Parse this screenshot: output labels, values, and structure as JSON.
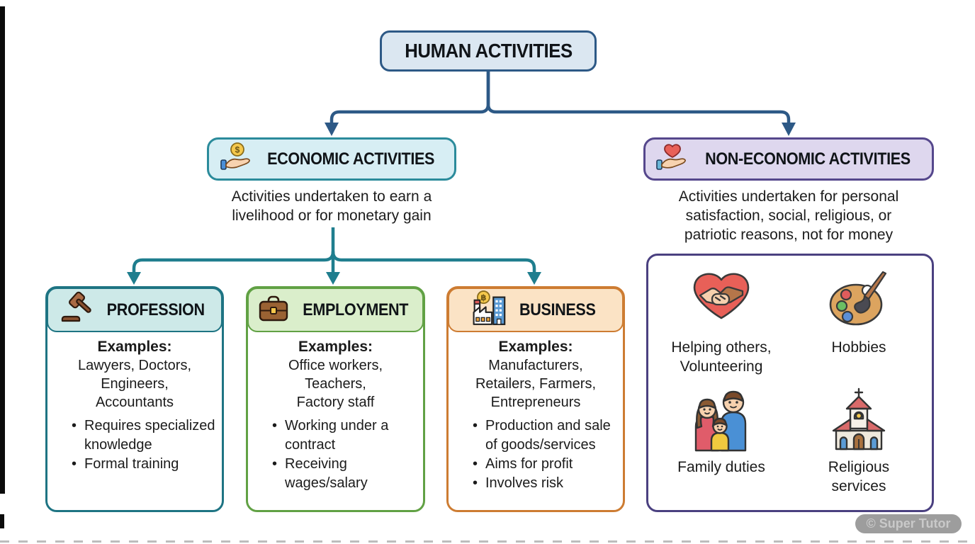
{
  "title": "HUMAN ACTIVITIES",
  "watermark": "© Super Tutor",
  "colors": {
    "level1_connector": "#2d5986",
    "level2_connector": "#1f7e8e",
    "economic_border": "#2b8b9b",
    "economic_fill": "#d7eef4",
    "non_economic_border": "#55478c",
    "non_economic_fill": "#ded7ee",
    "profession_border": "#1e7483",
    "profession_fill": "#cde9e8",
    "employment_border": "#61a144",
    "employment_fill": "#daeecb",
    "business_border": "#cd7c32",
    "business_fill": "#fbe3c5",
    "panel_border": "#4a4080"
  },
  "economic": {
    "label": "ECONOMIC ACTIVITIES",
    "icon": "coin-in-hand-icon",
    "description_lines": [
      "Activities undertaken to earn a",
      "livelihood or for monetary gain"
    ]
  },
  "non_economic": {
    "label": "NON-ECONOMIC ACTIVITIES",
    "icon": "heart-in-hand-icon",
    "description_lines": [
      "Activities undertaken for personal",
      "satisfaction, social, religious, or",
      "patriotic reasons, not for money"
    ],
    "items": [
      {
        "icon": "handshake-heart-icon",
        "label_lines": [
          "Helping others,",
          "Volunteering"
        ]
      },
      {
        "icon": "paint-palette-icon",
        "label_lines": [
          "Hobbies"
        ]
      },
      {
        "icon": "family-icon",
        "label_lines": [
          "Family duties"
        ]
      },
      {
        "icon": "church-icon",
        "label_lines": [
          "Religious",
          "services"
        ]
      }
    ]
  },
  "cards": [
    {
      "title": "PROFESSION",
      "icon": "gavel-icon",
      "examples_heading": "Examples:",
      "example_lines": [
        "Lawyers, Doctors,",
        "Engineers,",
        "Accountants"
      ],
      "bullets": [
        "Requires specialized knowledge",
        "Formal training"
      ]
    },
    {
      "title": "EMPLOYMENT",
      "icon": "briefcase-icon",
      "examples_heading": "Examples:",
      "example_lines": [
        "Office workers,",
        "Teachers,",
        "Factory staff"
      ],
      "bullets": [
        "Working under a contract",
        "Receiving wages/salary"
      ]
    },
    {
      "title": "BUSINESS",
      "icon": "factory-icon",
      "examples_heading": "Examples:",
      "example_lines": [
        "Manufacturers,",
        "Retailers, Farmers,",
        "Entrepreneurs"
      ],
      "bullets": [
        "Production and sale of goods/services",
        "Aims for profit",
        "Involves risk"
      ]
    }
  ]
}
